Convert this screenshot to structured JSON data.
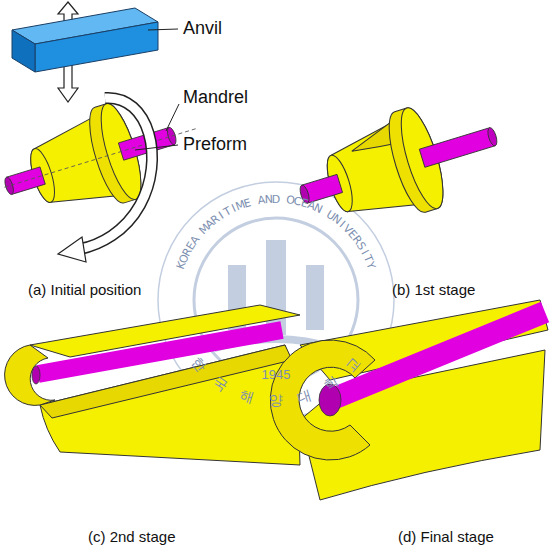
{
  "diagram": {
    "labels": [
      "Anvil",
      "Mandrel",
      "Preform",
      "(a) Initial position",
      "(b) 1st stage",
      "(c) 2nd stage",
      "(d) Final stage",
      "KOREA MARITIME AND OCEAN UNIVERSITY",
      "1945",
      "한국해양대학교"
    ]
  }
}
